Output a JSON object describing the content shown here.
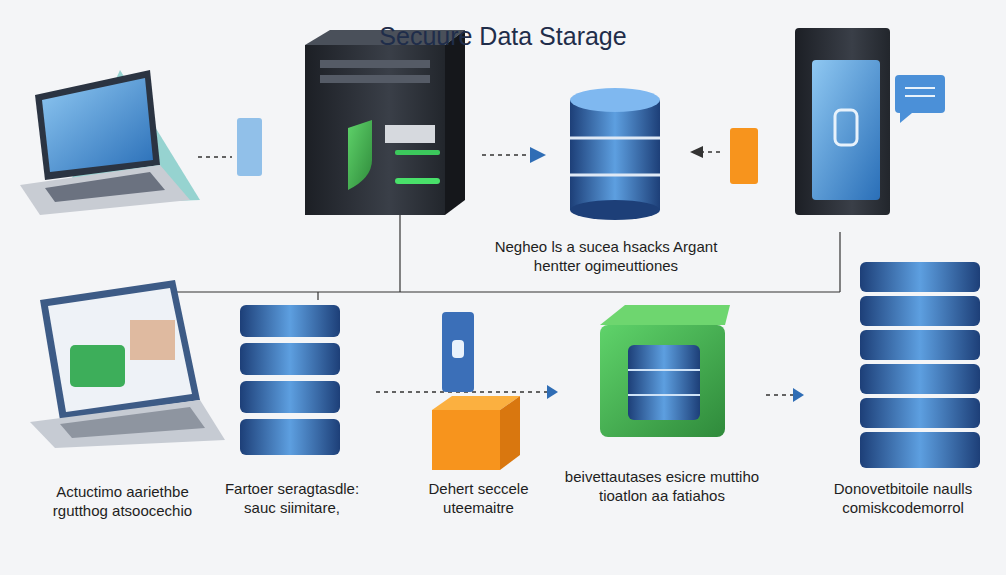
{
  "diagram": {
    "title": "Secuure Data Starage",
    "nodes": [
      {
        "text": [
          "Negheo ls a sucea hsacks Argant hentter ogimeuttiones"
        ]
      },
      {
        "text": [
          "Actuctimo aariethbe rgutthog atsoocechio"
        ]
      },
      {
        "text": [
          "Fartoer seragtasdle: sauc siimitare,"
        ]
      },
      {
        "text": [
          "Dehert seccele uteemaitre"
        ]
      },
      {
        "text": [
          "beivettautases esicre muttiho tioatlon aa fatiahos"
        ]
      },
      {
        "text": [
          "Donovetbitoile naulls comiskcodemorrol"
        ]
      }
    ],
    "edges": [
      {
        "from": 2,
        "to": 4,
        "arrow": "to"
      },
      {
        "from": 4,
        "to": 5,
        "arrow": "to"
      }
    ]
  }
}
